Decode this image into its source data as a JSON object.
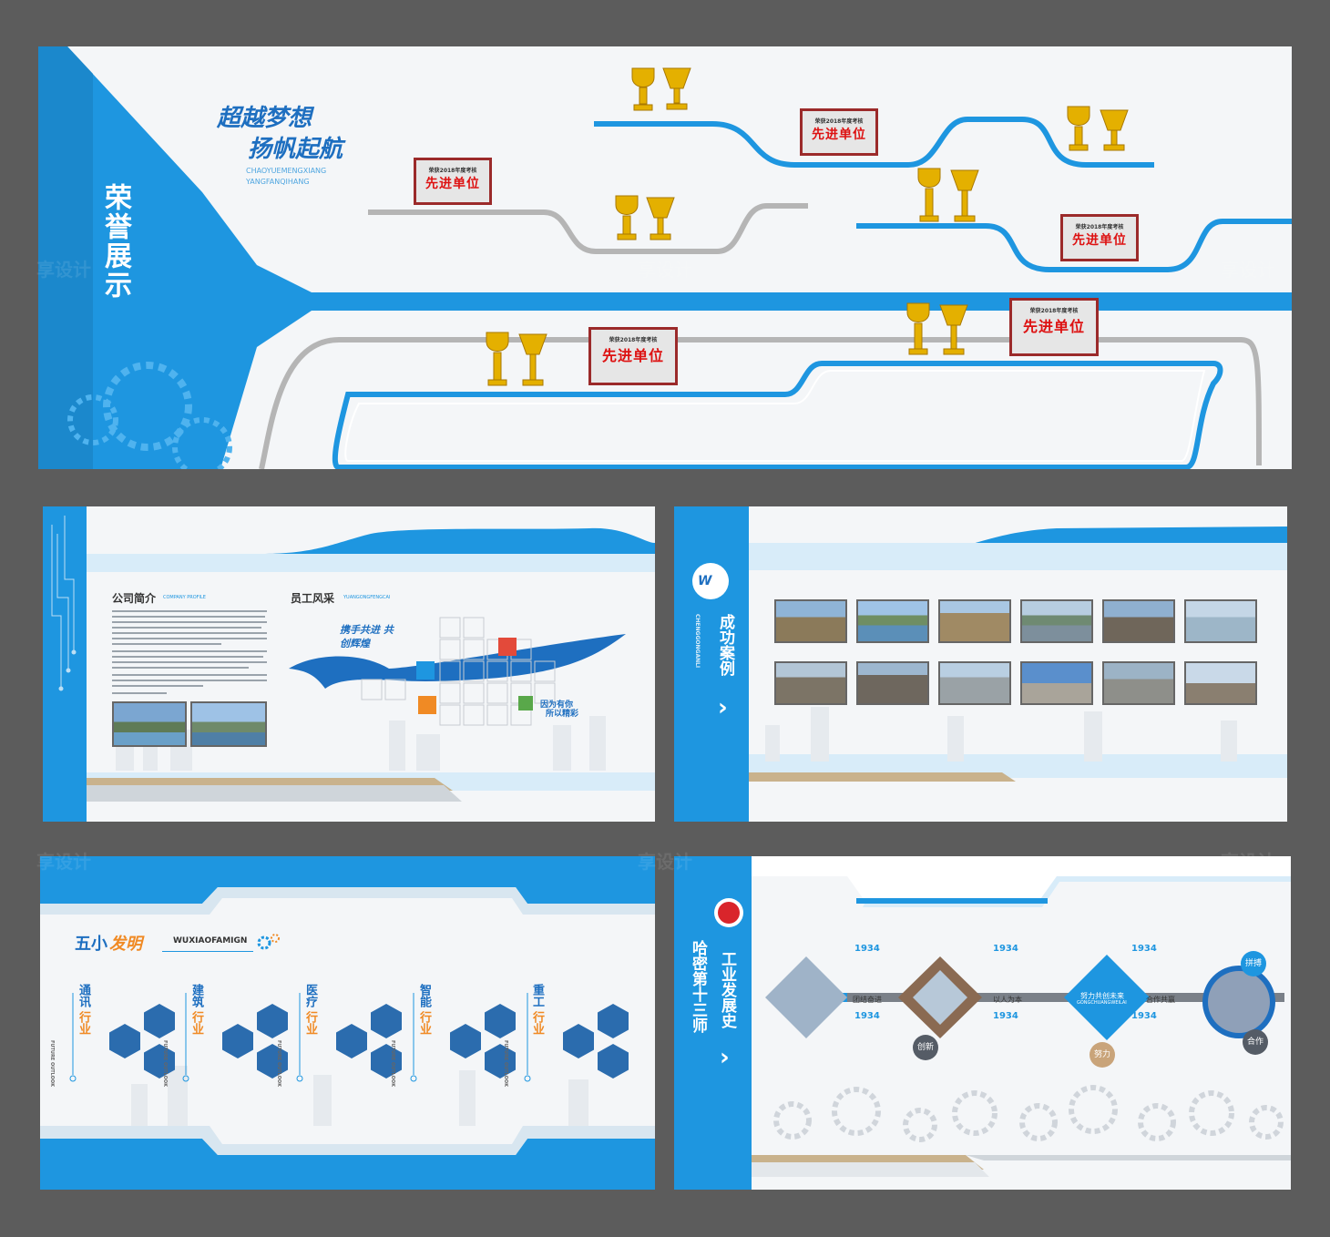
{
  "honor": {
    "vertical_title": "荣誉展示",
    "slogan_line1": "超越梦想",
    "slogan_line2": "扬帆起航",
    "pinyin_line1": "CHAOYUEMENGXIANG",
    "pinyin_line2": "YANGFANQIHANG",
    "plaque_top": "荣获2018年度考核",
    "plaque_main": "先进单位"
  },
  "company": {
    "profile_title": "公司简介",
    "profile_en": "COMPANY PROFILE",
    "staff_title": "员工风采",
    "staff_en": "YUANGONGFENGCAI",
    "slogan": "携手共进 共创辉煌",
    "slogan2_line1": "因为有你",
    "slogan2_line2": "所以精彩"
  },
  "cases": {
    "vertical_title": "成功案例",
    "pinyin": "CHENGGONGANLI",
    "arrow": "›"
  },
  "wuxiao": {
    "title_a": "五小",
    "title_b": "发明",
    "pinyin": "WUXIAOFAMIGN",
    "future": "FUTURE OUTLOOK",
    "industries": [
      {
        "a": "通讯",
        "b": "行业"
      },
      {
        "a": "建筑",
        "b": "行业"
      },
      {
        "a": "医疗",
        "b": "行业"
      },
      {
        "a": "智能",
        "b": "行业"
      },
      {
        "a": "重工",
        "b": "行业"
      }
    ]
  },
  "history": {
    "org": "哈密第十三师",
    "title": "工业发展史",
    "arrow": "›",
    "year": "1934",
    "node1": "团结奋进",
    "node2": "以人为本",
    "node3_line1": "努力共创未来",
    "node3_line2": "GONGCHUANGWEILAI",
    "node4": "合作共赢",
    "badge_innovate": "创新",
    "badge_effort": "努力",
    "badge_fight": "拼搏",
    "badge_coop": "合作"
  },
  "watermark": "享设计"
}
